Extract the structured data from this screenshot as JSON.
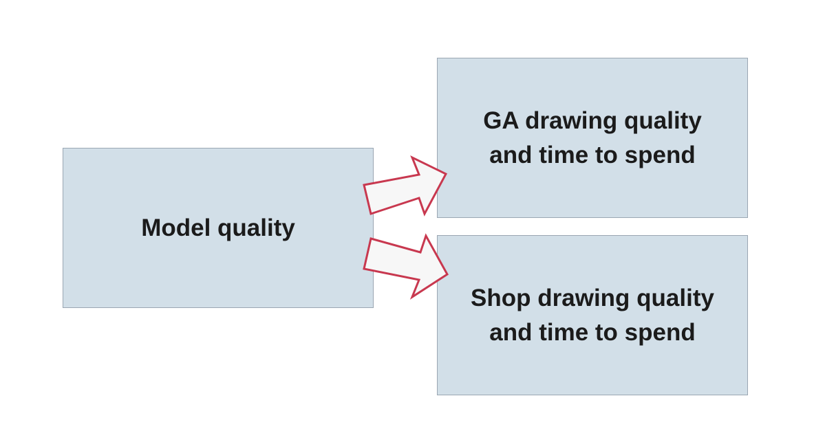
{
  "diagram": {
    "nodes": {
      "model": {
        "lines": [
          "Model quality"
        ]
      },
      "ga": {
        "lines": [
          "GA drawing quality",
          "and time to spend"
        ]
      },
      "shop": {
        "lines": [
          "Shop drawing quality",
          "and time to spend"
        ]
      }
    },
    "edges": [
      {
        "from": "model",
        "to": "ga"
      },
      {
        "from": "model",
        "to": "shop"
      }
    ]
  },
  "colors": {
    "box_fill": "#d2dfe8",
    "box_border": "#9aa6b2",
    "arrow_fill": "#f7f7f7",
    "arrow_stroke": "#c8384f",
    "text": "#1b1b1b"
  }
}
